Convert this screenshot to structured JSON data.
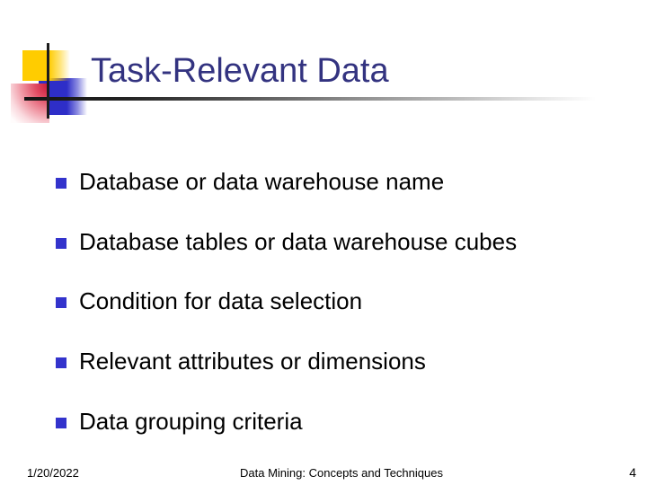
{
  "slide": {
    "title": "Task-Relevant Data",
    "bullets": [
      "Database or data warehouse name",
      "Database tables or data warehouse cubes",
      "Condition for data selection",
      "Relevant attributes or dimensions",
      "Data grouping criteria"
    ],
    "footer": {
      "date": "1/20/2022",
      "center": "Data Mining: Concepts and Techniques",
      "page_number": "4"
    },
    "colors": {
      "title_text": "#333380",
      "body_text": "#000000",
      "bullet_marker": "#3333cc",
      "accent_yellow": "#ffcc00",
      "accent_blue": "#2e2ec8",
      "accent_pink_red": "#c81236",
      "rule_dark": "#141414"
    }
  }
}
